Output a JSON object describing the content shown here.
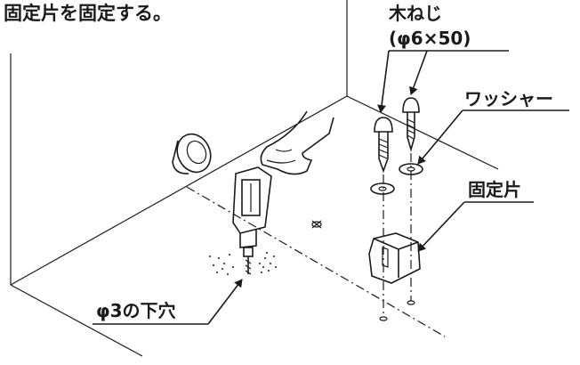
{
  "labels": {
    "heading": "固定片を固定する。",
    "screw_name": "木ねじ",
    "screw_size": "(φ6×50)",
    "washer": "ワッシャー",
    "bracket": "固定片",
    "pilot_hole": "φ3の下穴"
  }
}
